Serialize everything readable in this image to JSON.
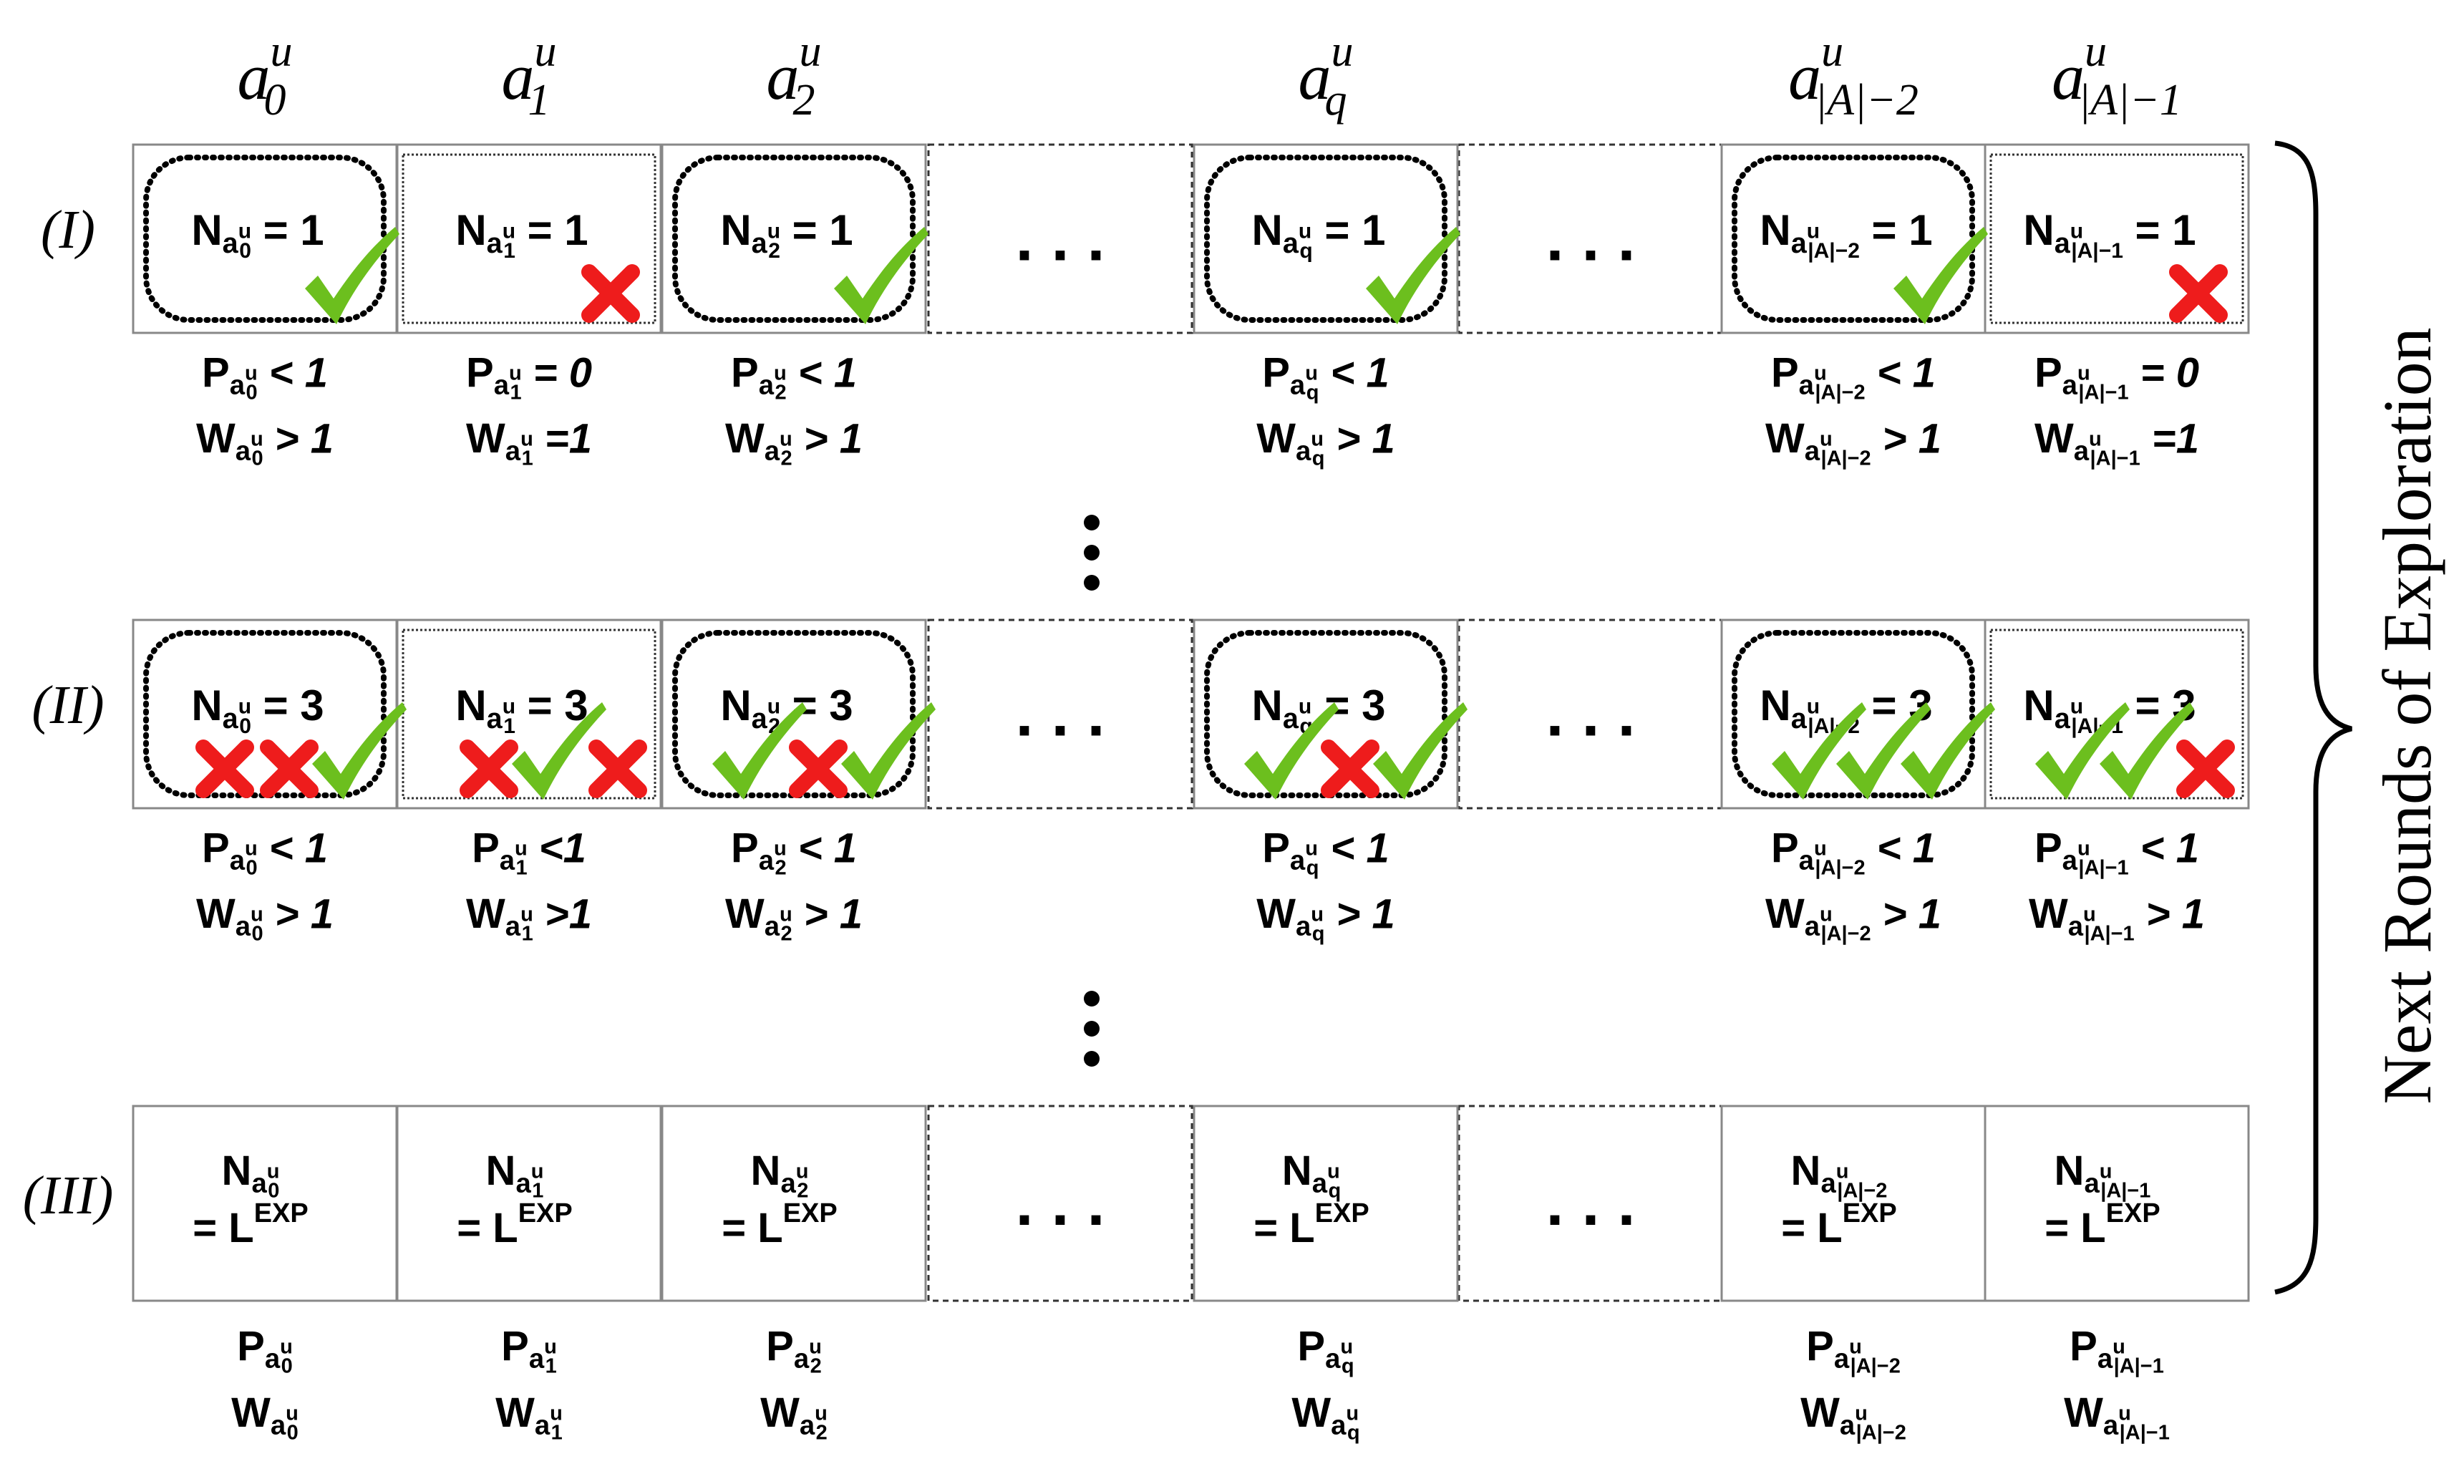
{
  "headers": [
    {
      "base": "a",
      "sup": "u",
      "sub": "0"
    },
    {
      "base": "a",
      "sup": "u",
      "sub": "1"
    },
    {
      "base": "a",
      "sup": "u",
      "sub": "2"
    },
    {
      "base": "a",
      "sup": "u",
      "sub": "q"
    },
    {
      "base": "a",
      "sup": "u",
      "sub": "|A|−2"
    },
    {
      "base": "a",
      "sup": "u",
      "sub": "|A|−1"
    }
  ],
  "ellipsis": ". . .",
  "vertical_dots": ":",
  "rows": [
    {
      "label": "(I)",
      "cells": [
        {
          "sub": "0",
          "n_value": "= 1",
          "marks": [
            "check"
          ],
          "p_text": "< 1",
          "w_text": "> 1"
        },
        {
          "sub": "1",
          "n_value": "= 1",
          "marks": [
            "cross"
          ],
          "p_text": "= 0",
          "w_text": "=1"
        },
        {
          "sub": "2",
          "n_value": "= 1",
          "marks": [
            "check"
          ],
          "p_text": "< 1",
          "w_text": "> 1"
        },
        {
          "sub": "q",
          "n_value": "= 1",
          "marks": [
            "check"
          ],
          "p_text": "< 1",
          "w_text": "> 1"
        },
        {
          "sub": "|A|−2",
          "n_value": "= 1",
          "marks": [
            "check"
          ],
          "p_text": "< 1",
          "w_text": "> 1"
        },
        {
          "sub": "|A|−1",
          "n_value": "= 1",
          "marks": [
            "cross"
          ],
          "p_text": "= 0",
          "w_text": "=1"
        }
      ]
    },
    {
      "label": "(II)",
      "cells": [
        {
          "sub": "0",
          "n_value": "= 3",
          "marks": [
            "cross",
            "cross",
            "check"
          ],
          "p_text": "< 1",
          "w_text": "> 1"
        },
        {
          "sub": "1",
          "n_value": "= 3",
          "marks": [
            "cross",
            "check",
            "cross"
          ],
          "p_text": "<1",
          "w_text": ">1"
        },
        {
          "sub": "2",
          "n_value": "= 3",
          "marks": [
            "check",
            "cross",
            "check"
          ],
          "p_text": "< 1",
          "w_text": "> 1"
        },
        {
          "sub": "q",
          "n_value": "= 3",
          "marks": [
            "check",
            "cross",
            "check"
          ],
          "p_text": "< 1",
          "w_text": "> 1"
        },
        {
          "sub": "|A|−2",
          "n_value": "= 3",
          "marks": [
            "check",
            "check",
            "check"
          ],
          "p_text": "< 1",
          "w_text": "> 1"
        },
        {
          "sub": "|A|−1",
          "n_value": "= 3",
          "marks": [
            "check",
            "check",
            "cross"
          ],
          "p_text": "< 1",
          "w_text": "> 1"
        }
      ]
    },
    {
      "label": "(III)",
      "cells": [
        {
          "sub": "0",
          "n_value": "= L",
          "n_sup": "EXP"
        },
        {
          "sub": "1",
          "n_value": "= L",
          "n_sup": "EXP"
        },
        {
          "sub": "2",
          "n_value": "= L",
          "n_sup": "EXP"
        },
        {
          "sub": "q",
          "n_value": "= L",
          "n_sup": "EXP"
        },
        {
          "sub": "|A|−2",
          "n_value": "= L",
          "n_sup": "EXP"
        },
        {
          "sub": "|A|−1",
          "n_value": "= L",
          "n_sup": "EXP"
        }
      ]
    }
  ],
  "symbols": {
    "n": "N",
    "p": "P",
    "w": "W",
    "a": "a",
    "u": "u"
  },
  "brace_label": "Next Rounds of Exploration",
  "colors": {
    "check": "#6cbf1e",
    "cross": "#ee1c1c",
    "line": "#000000",
    "box": "#888888"
  }
}
